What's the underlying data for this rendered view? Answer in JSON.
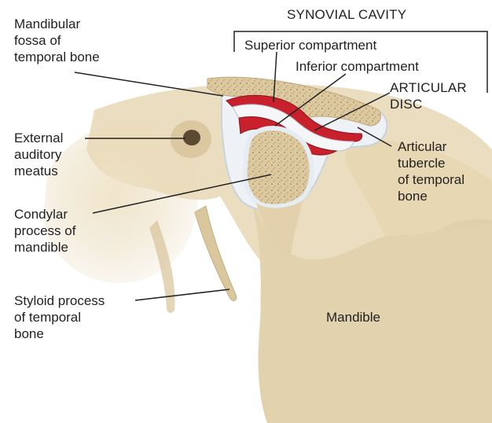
{
  "labels": {
    "synovial_cavity": "SYNOVIAL CAVITY",
    "superior_compartment": "Superior compartment",
    "inferior_compartment": "Inferior compartment",
    "articular_disc": "ARTICULAR\nDISC",
    "mandibular_fossa": "Mandibular\nfossa of\ntemporal bone",
    "external_auditory_meatus": "External\nauditory\nmeatus",
    "condylar_process": "Condylar\nprocess of\nmandible",
    "styloid_process": "Styloid process\nof temporal\nbone",
    "articular_tubercle": "Articular\ntubercle\nof temporal\nbone",
    "mandible": "Mandible"
  },
  "colors": {
    "bone": "#e6d6b4",
    "bone_shadow": "#cdb78f",
    "cancellous_bone": "#d7c39a",
    "cavity_red": "#c8202c",
    "capsule": "#e8eef3",
    "line": "#222222"
  }
}
